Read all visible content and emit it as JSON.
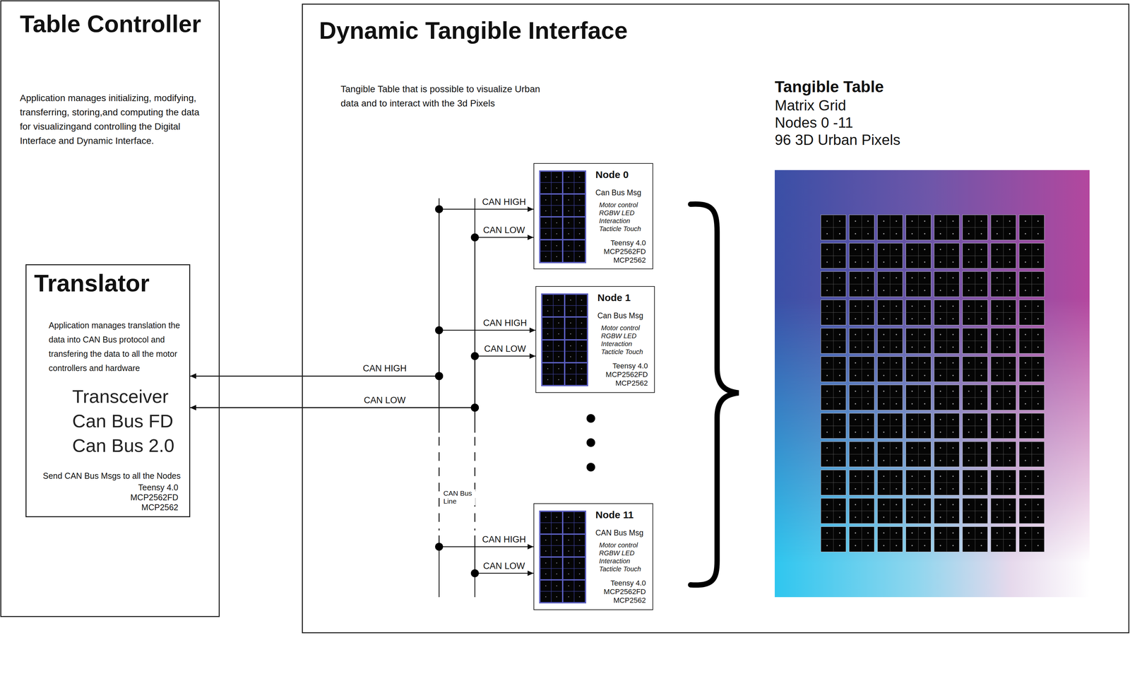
{
  "diagram": {
    "nodes": [
      {
        "text": [
          "Table Controller",
          "Application manages initializing, modifying, transferring, storing,and computing the data for visualizingand controlling the Digital Interface and Dynamic Interface."
        ]
      },
      {
        "text": [
          "Translator",
          "Application manages translation the data into CAN Bus protocol and transfering the data to all the motor controllers and hardware",
          "Transceiver Can Bus FD Can Bus 2.0",
          "Send CAN Bus Msgs to all the Nodes",
          "Teensy 4.0 MCP2562FD MCP2562"
        ],
        "in": 0
      },
      {
        "text": [
          "Dynamic Tangible Interface",
          "Tangible Table that is possible to visualize Urban data and to interact with the 3d Pixels"
        ]
      },
      {
        "text": [
          "Node 0",
          "Can Bus Msg",
          "Motor control RGBW LED Interaction Tacticle Touch",
          "Teensy 4.0 MCP2562FD MCP2562"
        ],
        "in": 2
      },
      {
        "text": [
          "Node 1",
          "Can Bus Msg",
          "Motor control RGBW LED Interaction Tacticle Touch",
          "Teensy 4.0 MCP2562FD MCP2562"
        ],
        "in": 2
      },
      {
        "text": [
          "Node 11",
          "CAN Bus Msg",
          "Motor control RGBW LED Interaction Tacticle Touch",
          "Teensy 4.0 MCP2562FD MCP2562"
        ],
        "in": 2
      },
      {
        "text": [
          "Tangible Table",
          "Matrix Grid",
          "Nodes 0 -11",
          "96 3D Urban Pixels"
        ],
        "in": 2
      }
    ],
    "edges": [
      {
        "from": 1,
        "to": 3,
        "label": "CAN HIGH",
        "arrow": "both"
      },
      {
        "from": 1,
        "to": 3,
        "label": "CAN LOW",
        "arrow": "both"
      },
      {
        "from": 1,
        "to": 4,
        "label": "CAN HIGH",
        "arrow": "both"
      },
      {
        "from": 1,
        "to": 4,
        "label": "CAN LOW",
        "arrow": "both"
      },
      {
        "from": 1,
        "to": 5,
        "label": "CAN HIGH",
        "arrow": "both"
      },
      {
        "from": 1,
        "to": 5,
        "label": "CAN LOW",
        "arrow": "both"
      }
    ],
    "labels": [
      "CAN HIGH",
      "CAN LOW",
      "CAN Bus Line"
    ]
  }
}
